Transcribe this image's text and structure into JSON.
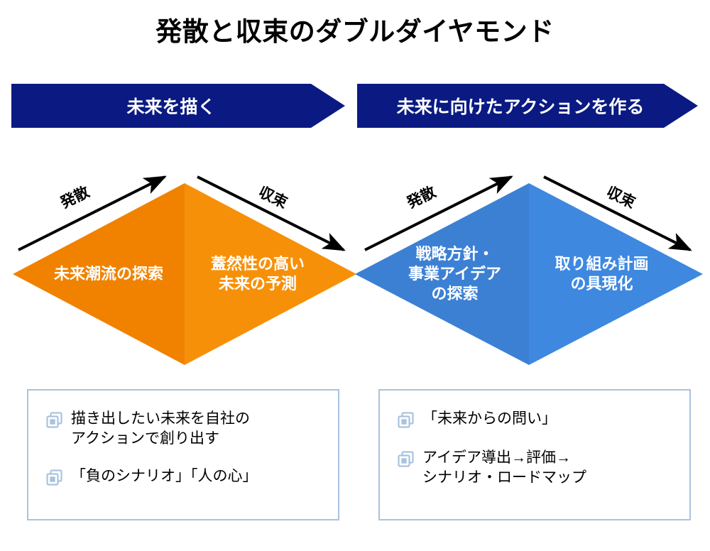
{
  "title": "発散と収束のダブルダイヤモンド",
  "banners": [
    {
      "label": "未来を描く",
      "color": "#0a1a82"
    },
    {
      "label": "未来に向けたアクションを作る",
      "color": "#0a1a82"
    }
  ],
  "diamonds": [
    {
      "name": "explore-future-diamond",
      "color": "#f08200",
      "left_label": "未来潮流の探索",
      "right_label": "蓋然性の高い\n未来の予測",
      "diverge_label": "発散",
      "converge_label": "収束"
    },
    {
      "name": "action-diamond",
      "color": "#3c80d4",
      "left_label": "戦略方針・\n事業アイデア\nの探索",
      "right_label": "取り組み計画\nの具現化",
      "diverge_label": "発散",
      "converge_label": "収束"
    }
  ],
  "notes": [
    {
      "name": "future-notes",
      "items": [
        "描き出したい未来を自社の\nアクションで創り出す",
        "「負のシナリオ」「人の心」"
      ]
    },
    {
      "name": "action-notes",
      "items": [
        "「未来からの問い」",
        "アイデア導出→評価→\nシナリオ・ロードマップ"
      ]
    }
  ],
  "icons": {
    "bullet": "copy-icon",
    "bullet_color": "#a9c3de"
  }
}
